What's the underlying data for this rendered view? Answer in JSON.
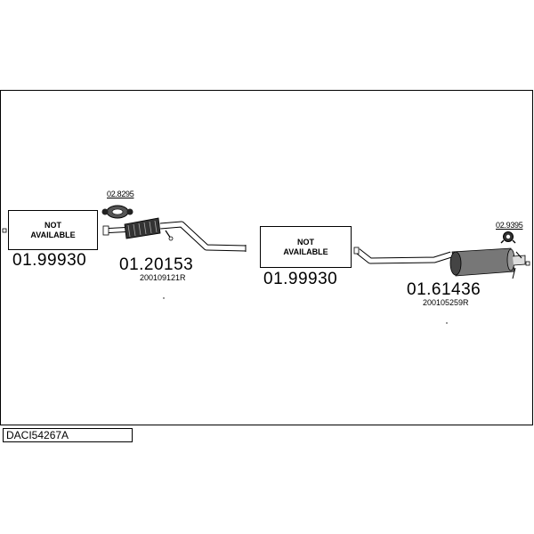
{
  "reference": "DACI54267A",
  "parts": [
    {
      "id": "left-na",
      "line1": "NOT",
      "line2": "AVAILABLE",
      "code": "01.99930"
    },
    {
      "id": "front-pipe",
      "code": "01.20153",
      "oem": "200109121R",
      "kit": "02.8295"
    },
    {
      "id": "middle-na",
      "line1": "NOT",
      "line2": "AVAILABLE",
      "code": "01.99930"
    },
    {
      "id": "rear-silencer",
      "code": "01.61436",
      "oem": "200105259R",
      "kit": "02.9395"
    }
  ]
}
